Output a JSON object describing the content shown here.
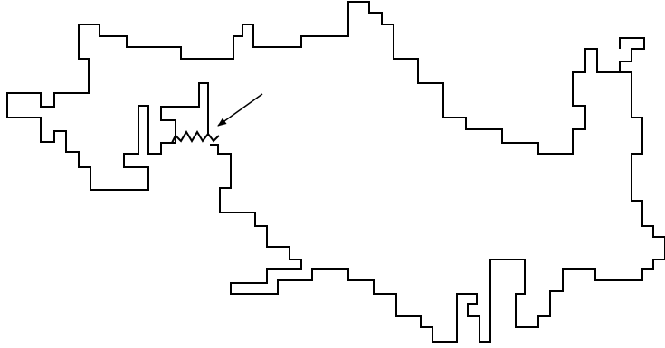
{
  "diagram": {
    "stroke_color": "#000000",
    "background_color": "#ffffff",
    "elements": [
      {
        "name": "rectilinear-blob-outline",
        "kind": "closed-polygon"
      },
      {
        "name": "zigzag-break-mark",
        "kind": "zigzag"
      },
      {
        "name": "pointer-arrow",
        "kind": "arrow",
        "points_to": "zigzag-break-mark"
      }
    ]
  }
}
